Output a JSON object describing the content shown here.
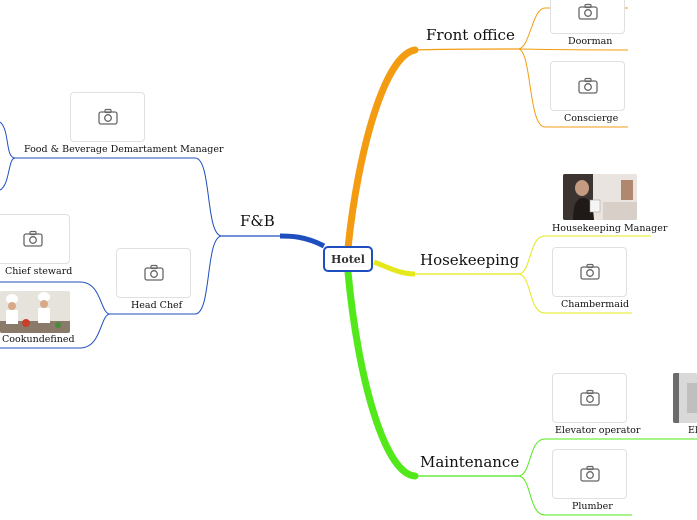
{
  "root": {
    "label": "Hotel"
  },
  "branches": {
    "front_office": {
      "label": "Front office",
      "children": [
        "Doorman",
        "Conscierge"
      ]
    },
    "housekeeping": {
      "label": "Hosekeeping",
      "children": [
        "Housekeeping Manager",
        "Chambermaid"
      ]
    },
    "maintenance": {
      "label": "Maintenance",
      "children": [
        "Elevator operator",
        "Plumber",
        "El"
      ]
    },
    "fnb": {
      "label": "F&B",
      "children": [
        "Food & Beverage Demartament Manager",
        "Head Chef"
      ],
      "head_chef_children": [
        "Chief steward",
        "Cookundefined"
      ]
    }
  },
  "colors": {
    "root_border": "#1f4fbf",
    "front_office": "#f39c12",
    "housekeeping": "#e5e81a",
    "maintenance": "#52e81a",
    "fnb": "#1f4fbf"
  },
  "icons": {
    "placeholder": "camera-icon"
  }
}
